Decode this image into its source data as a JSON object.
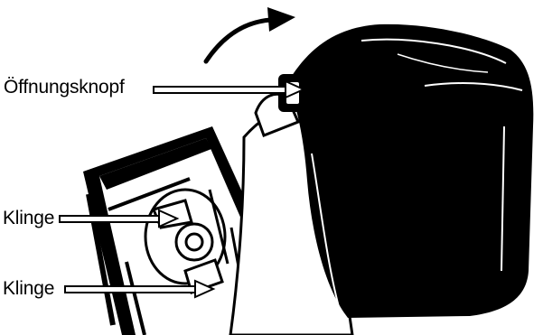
{
  "labels": {
    "opening_button": "Öffnungsknopf",
    "blade_upper": "Klinge",
    "blade_lower": "Klinge"
  },
  "colors": {
    "ink": "#000000",
    "paper": "#ffffff",
    "callout_fill": "#ffffff",
    "shade": "#1a1a1a"
  }
}
